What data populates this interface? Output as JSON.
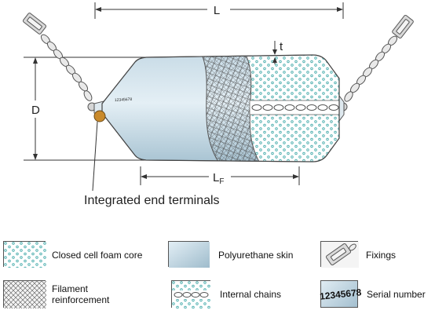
{
  "dimensions": {
    "length": "L",
    "diameter": "D",
    "thickness": "t",
    "length_f": "L",
    "length_f_sub": "F"
  },
  "callout": {
    "integrated_end_terminals": "Integrated end terminals"
  },
  "terminal_serial_text": "12345678",
  "legend": {
    "foam_core": "Closed cell foam core",
    "polyurethane_skin": "Polyurethane skin",
    "fixings": "Fixings",
    "filament_line1": "Filament",
    "filament_line2": "reinforcement",
    "internal_chains": "Internal chains",
    "serial_number": "Serial number",
    "serial_swatch_text": "12345678"
  },
  "colors": {
    "skin_light": "#dbe9f1",
    "skin_dark": "#a8c3d2",
    "foam_dot": "#3fa8a8",
    "terminal": "#c98a2b",
    "line": "#333333"
  }
}
